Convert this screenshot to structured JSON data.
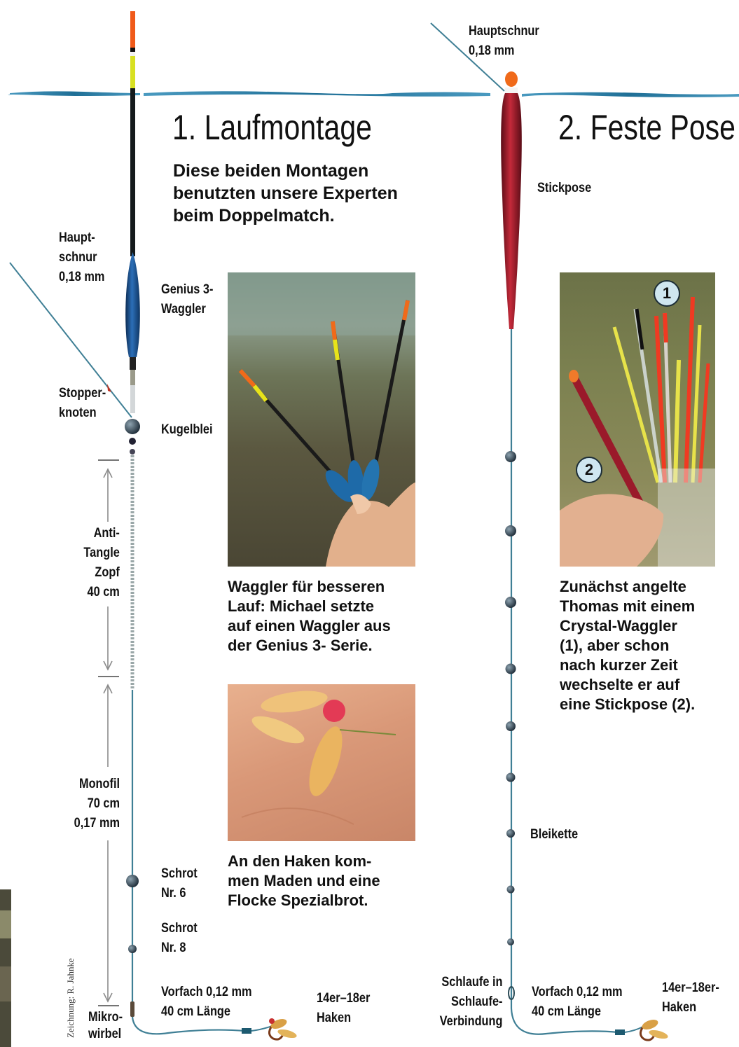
{
  "left": {
    "title": "1. Laufmontage",
    "intro": [
      "Diese beiden Montagen",
      "benutzten unsere Experten",
      "beim Doppelmatch."
    ],
    "hauptschnur": [
      "Haupt-",
      "schnur",
      "0,18 mm"
    ],
    "genius": [
      "Genius 3-",
      "Waggler"
    ],
    "stopper": [
      "Stopper-",
      "knoten"
    ],
    "kugelblei": "Kugelblei",
    "antitangle": [
      "Anti-",
      "Tangle",
      "Zopf",
      "40 cm"
    ],
    "monofil": [
      "Monofil",
      "70 cm",
      "0,17 mm"
    ],
    "schrot6": [
      "Schrot",
      "Nr. 6"
    ],
    "schrot8": [
      "Schrot",
      "Nr. 8"
    ],
    "vorfach": [
      "Vorfach 0,12 mm",
      "40 cm Länge"
    ],
    "haken": [
      "14er–18er",
      "Haken"
    ],
    "mikro": [
      "Mikro-",
      "wirbel"
    ],
    "caption1": [
      "Waggler für besseren",
      "Lauf: Michael setzte",
      "auf einen Waggler aus",
      "der Genius 3- Serie."
    ],
    "caption2": [
      "An den Haken kom-",
      "men Maden und eine",
      "Flocke Spezialbrot."
    ],
    "credit": "Zeichnung: R. Jahnke"
  },
  "right": {
    "title": "2. Feste Pose",
    "hauptschnur": [
      "Hauptschnur",
      "0,18 mm"
    ],
    "stickpose": "Stickpose",
    "bleikette": "Bleikette",
    "schlaufe": [
      "Schlaufe in",
      "Schlaufe-",
      "Verbindung"
    ],
    "vorfach": [
      "Vorfach 0,12 mm",
      "40 cm Länge"
    ],
    "haken": [
      "14er–18er-",
      "Haken"
    ],
    "badge1": "1",
    "badge2": "2",
    "caption": [
      "Zunächst angelte",
      "Thomas mit einem",
      "Crystal-Waggler",
      "(1), aber schon",
      "nach kurzer Zeit",
      "wechselte er auf",
      "eine Stickpose (2)."
    ]
  },
  "colors": {
    "water": "#2f7fa3",
    "line": "#3f7f95",
    "float_tip": "#f05a1a",
    "float_yellow": "#e8e31a",
    "waggler_body": "#1e5a9c",
    "stick_body": "#9a1a2a"
  }
}
